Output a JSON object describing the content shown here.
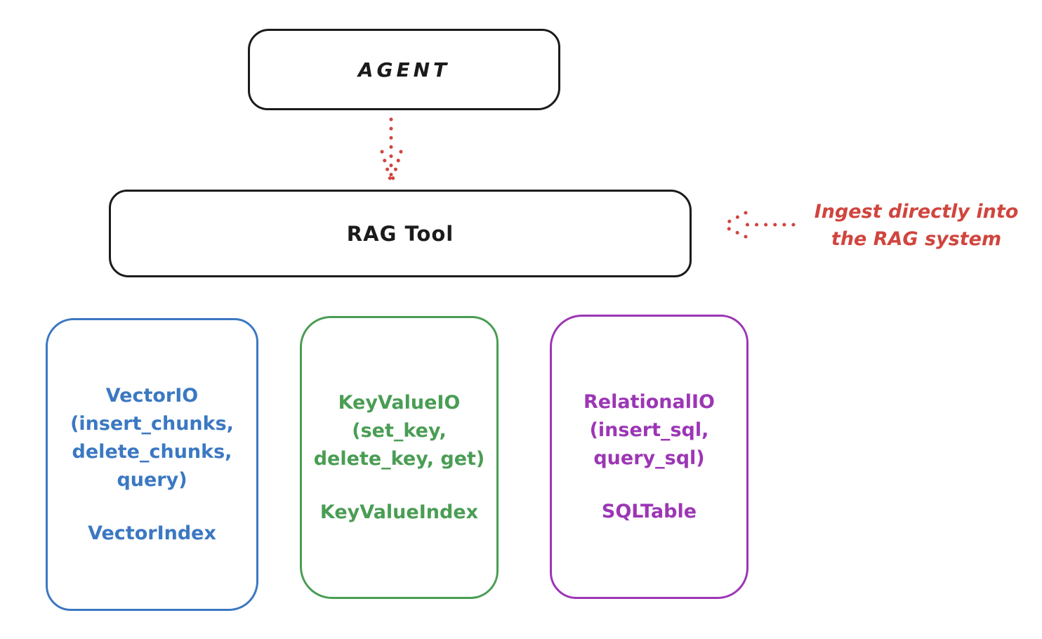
{
  "diagram": {
    "agent": {
      "label": "AGENT"
    },
    "rag_tool": {
      "label": "RAG Tool"
    },
    "annotation": {
      "line1": "Ingest directly into",
      "line2": "the RAG system",
      "color": "#d0453e"
    },
    "arrows": [
      {
        "name": "agent-to-ragtool-arrow",
        "style": "dotted",
        "color": "#d0453e",
        "direction": "down"
      },
      {
        "name": "ingest-annotation-arrow",
        "style": "dotted",
        "color": "#d0453e",
        "direction": "left"
      }
    ],
    "storage_boxes": [
      {
        "id": "vector-io",
        "color": "#3b78c2",
        "line0": "VectorIO",
        "line1": "(insert_chunks,",
        "line2": "delete_chunks,",
        "line3": "query)",
        "index_label": "VectorIndex"
      },
      {
        "id": "keyvalue-io",
        "color": "#4a9d54",
        "line0": "KeyValueIO",
        "line1": "(set_key,",
        "line2": "delete_key, get)",
        "index_label": "KeyValueIndex"
      },
      {
        "id": "relational-io",
        "color": "#9c36b5",
        "line0": "RelationalIO",
        "line1": "(insert_sql,",
        "line2": "query_sql)",
        "index_label": "SQLTable"
      }
    ],
    "colors": {
      "box_outline": "#1b1b1b",
      "background": "#ffffff"
    }
  }
}
